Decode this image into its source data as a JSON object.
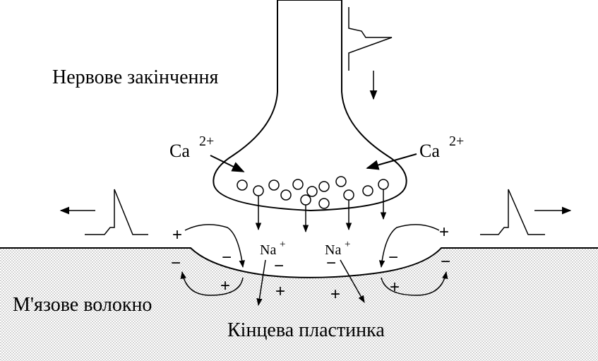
{
  "labels": {
    "nerve_ending": "Нервове закінчення",
    "muscle_fiber": "М'язове волокно",
    "end_plate": "Кінцева пластинка",
    "calcium": "Ca",
    "calcium_charge": "2+",
    "sodium": "Na",
    "sodium_charge": "+",
    "plus": "+",
    "minus": "−"
  }
}
